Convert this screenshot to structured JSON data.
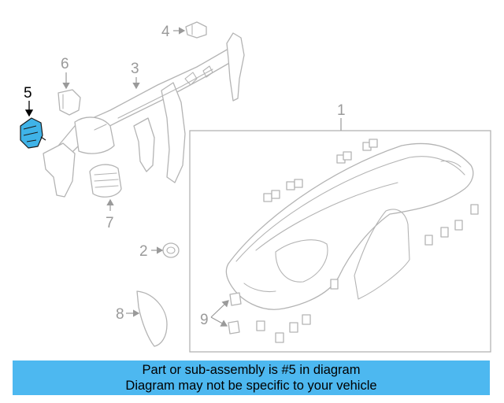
{
  "diagram": {
    "callouts": [
      "1",
      "2",
      "3",
      "4",
      "5",
      "6",
      "7",
      "8",
      "9"
    ],
    "highlight_color": "#3fb3e8"
  },
  "banner": {
    "line1": "Part or sub-assembly is #5 in diagram",
    "line2": "Diagram may not be specific to your vehicle",
    "background": "#4db8f0"
  }
}
